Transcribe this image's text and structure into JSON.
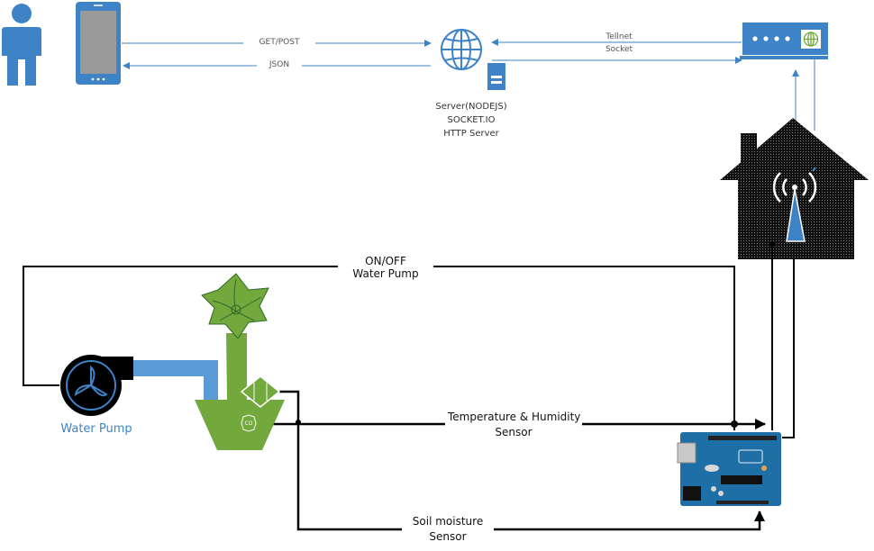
{
  "colors": {
    "blue": "#3d83c6",
    "green": "#72a83c",
    "green_dark": "#2f6a2a",
    "black": "#000000",
    "board": "#1d6fa5"
  },
  "links": {
    "get_post": "GET/POST",
    "json": "JSON",
    "telnet": "Tellnet",
    "socket": "Socket"
  },
  "server": {
    "line1": "Server(NODEJS)",
    "line2": "SOCKET.IO",
    "line3": "HTTP Server"
  },
  "wires": {
    "pump_line1": "ON/OFF",
    "pump_line2": "Water Pump",
    "temp_line1": "Temperature & Humidity",
    "temp_line2": "Sensor",
    "soil_line1": "Soil moisture",
    "soil_line2": "Sensor"
  },
  "pump_label": "Water Pump",
  "icons": [
    "user-icon",
    "smartphone-icon",
    "globe-icon",
    "server-box-icon",
    "router-icon",
    "house-icon",
    "wifi-tower-icon",
    "water-pump-icon",
    "plant-pot-icon",
    "arduino-board-icon"
  ]
}
